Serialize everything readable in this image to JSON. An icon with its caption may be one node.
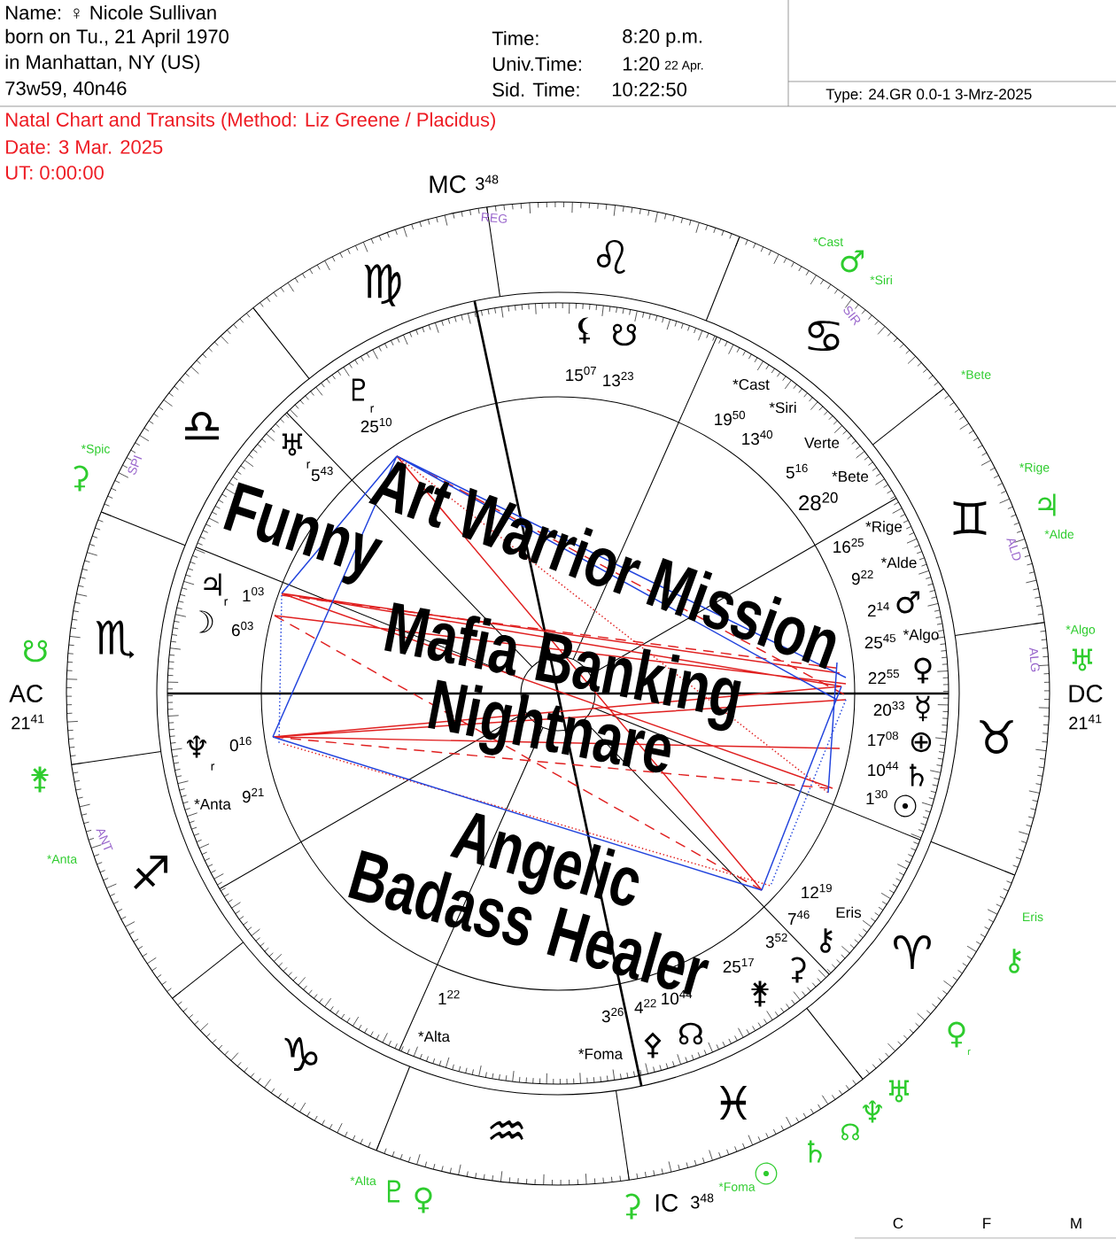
{
  "diagram": {
    "labels": [
      "Name: ♀ Nicole Sullivan",
      "born on Tu., 21 April 1970",
      "in Manhattan, NY (US)",
      "73w59, 40n46",
      "Time:",
      "8:20 p.m.",
      "Univ.Time:",
      "1:20",
      "22 Apr.",
      "Sid. Time:",
      "10:22:50",
      "Type: 24.GR  0.0-1  3-Mrz-2025",
      "Natal Chart and Transits  (Method: Liz Greene / Placidus)",
      "Date: 3 Mar. 2025",
      "UT:  0:00:00",
      "MC",
      "3$^{48}$",
      "AC",
      "21$^{41}$",
      "DC",
      "21$^{41}$",
      "IC",
      "3$^{48}$",
      "♌",
      "♍",
      "♎",
      "♏",
      "♐",
      "♑",
      "♒",
      "♓",
      "♈",
      "♉",
      "♊",
      "♋",
      "⚸",
      "☋",
      "15$^{07}$",
      "13$^{23}$",
      "♇",
      "r",
      "25$^{10}$",
      "♅",
      "r",
      "5$^{43}$",
      "♃",
      "r",
      "1$^{03}$",
      "☽",
      "6$^{03}$",
      "♆",
      "r",
      "0$^{16}$",
      "*Anta",
      "9$^{21}$",
      "*Cast",
      "*Siri",
      "19$^{50}$",
      "13$^{40}$",
      "Verte",
      "5$^{16}$",
      "*Bete",
      "28$^{20}$",
      "*Rige",
      "16$^{25}$",
      "*Alde",
      "9$^{22}$",
      "♂",
      "2$^{14}$",
      "25$^{45}$",
      "*Algo",
      "♀",
      "22$^{55}$",
      "☿",
      "20$^{33}$",
      "⊕",
      "17$^{08}$",
      "♄",
      "10$^{44}$",
      "☉",
      "1$^{30}$",
      "12$^{19}$",
      "Eris",
      "7$^{46}$",
      "⚷",
      "3$^{52}$",
      "⚳",
      "25$^{17}$",
      "⚵",
      "3$^{26}$",
      "4$^{22}$",
      "10$^{44}$",
      "⚴",
      "☊",
      "*Foma",
      "1$^{22}$",
      "*Alta",
      "*Cast",
      "♂",
      "*Siri",
      "*Bete",
      "*Rige",
      "♃",
      "*Alde",
      "*Algo",
      "♅",
      "Eris",
      "⚷",
      "♀",
      "r",
      "♅",
      "♆",
      "☊",
      "♄",
      "☉",
      "*Foma",
      "⚳",
      "♀",
      "♇",
      "*Alta",
      "*Anta",
      "⚵",
      "*Spic",
      "⚳",
      "☋",
      "REG",
      "SIR",
      "SPI",
      "ALD",
      "ALG",
      "ANT",
      "Funny",
      "Art Warrior Mission",
      "Mafia Banking Nightnare",
      "Angelic Badass Healer",
      "C",
      "F",
      "M"
    ]
  }
}
